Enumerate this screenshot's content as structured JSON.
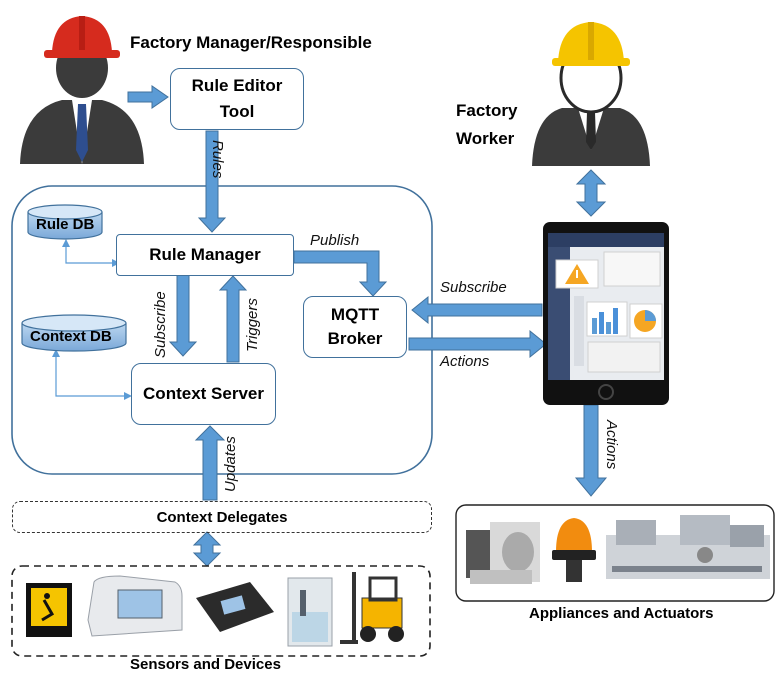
{
  "roles": {
    "manager": "Factory Manager/Responsible",
    "worker_line1": "Factory",
    "worker_line2": "Worker"
  },
  "components": {
    "rule_editor_line1": "Rule Editor",
    "rule_editor_line2": "Tool",
    "rule_manager": "Rule Manager",
    "context_server": "Context Server",
    "mqtt_line1": "MQTT",
    "mqtt_line2": "Broker",
    "rule_db": "Rule DB",
    "context_db": "Context DB",
    "context_delegates": "Context Delegates",
    "sensors": "Sensors and Devices",
    "appliances": "Appliances and Actuators"
  },
  "edges": {
    "rules": "Rules",
    "publish": "Publish",
    "subscribe_left": "Subscribe",
    "triggers": "Triggers",
    "updates": "Updates",
    "subscribe_mqtt": "Subscribe",
    "actions_mqtt": "Actions",
    "actions_down": "Actions"
  },
  "colors": {
    "arrow": "#5b9bd5",
    "arrow_stroke": "#41719c",
    "box_border": "#41719c",
    "helmet_manager": "#d62b1e",
    "helmet_worker": "#f5c400",
    "suit": "#3b3b3b"
  }
}
